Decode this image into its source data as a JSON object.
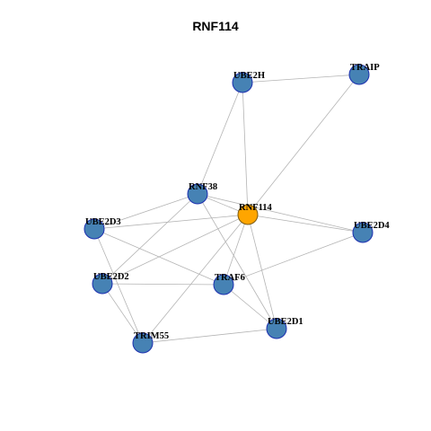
{
  "title": "RNF114",
  "colors": {
    "node_default": "#4682b4",
    "node_stroke": "#1c2fb0",
    "node_highlight": "#ffa500",
    "node_highlight_stroke": "#7a5a10",
    "edge": "#b4b4b4"
  },
  "network": {
    "nodes": [
      {
        "id": "RNF114",
        "highlight": true
      },
      {
        "id": "UBE2H",
        "highlight": false
      },
      {
        "id": "TRAIP",
        "highlight": false
      },
      {
        "id": "RNF38",
        "highlight": false
      },
      {
        "id": "UBE2D3",
        "highlight": false
      },
      {
        "id": "UBE2D4",
        "highlight": false
      },
      {
        "id": "UBE2D2",
        "highlight": false
      },
      {
        "id": "TRAF6",
        "highlight": false
      },
      {
        "id": "UBE2D1",
        "highlight": false
      },
      {
        "id": "TRIM55",
        "highlight": false
      }
    ],
    "edges": [
      [
        "UBE2H",
        "TRAIP"
      ],
      [
        "UBE2H",
        "RNF38"
      ],
      [
        "UBE2H",
        "RNF114"
      ],
      [
        "TRAIP",
        "RNF114"
      ],
      [
        "RNF38",
        "RNF114"
      ],
      [
        "RNF38",
        "UBE2D3"
      ],
      [
        "RNF38",
        "UBE2D2"
      ],
      [
        "RNF38",
        "UBE2D4"
      ],
      [
        "RNF38",
        "UBE2D1"
      ],
      [
        "RNF114",
        "UBE2D3"
      ],
      [
        "RNF114",
        "UBE2D4"
      ],
      [
        "RNF114",
        "UBE2D2"
      ],
      [
        "RNF114",
        "TRAF6"
      ],
      [
        "RNF114",
        "UBE2D1"
      ],
      [
        "RNF114",
        "TRIM55"
      ],
      [
        "UBE2D3",
        "TRAF6"
      ],
      [
        "UBE2D3",
        "TRIM55"
      ],
      [
        "UBE2D4",
        "TRAF6"
      ],
      [
        "UBE2D2",
        "TRAF6"
      ],
      [
        "UBE2D2",
        "TRIM55"
      ],
      [
        "TRAF6",
        "UBE2D1"
      ],
      [
        "UBE2D1",
        "TRIM55"
      ]
    ]
  }
}
